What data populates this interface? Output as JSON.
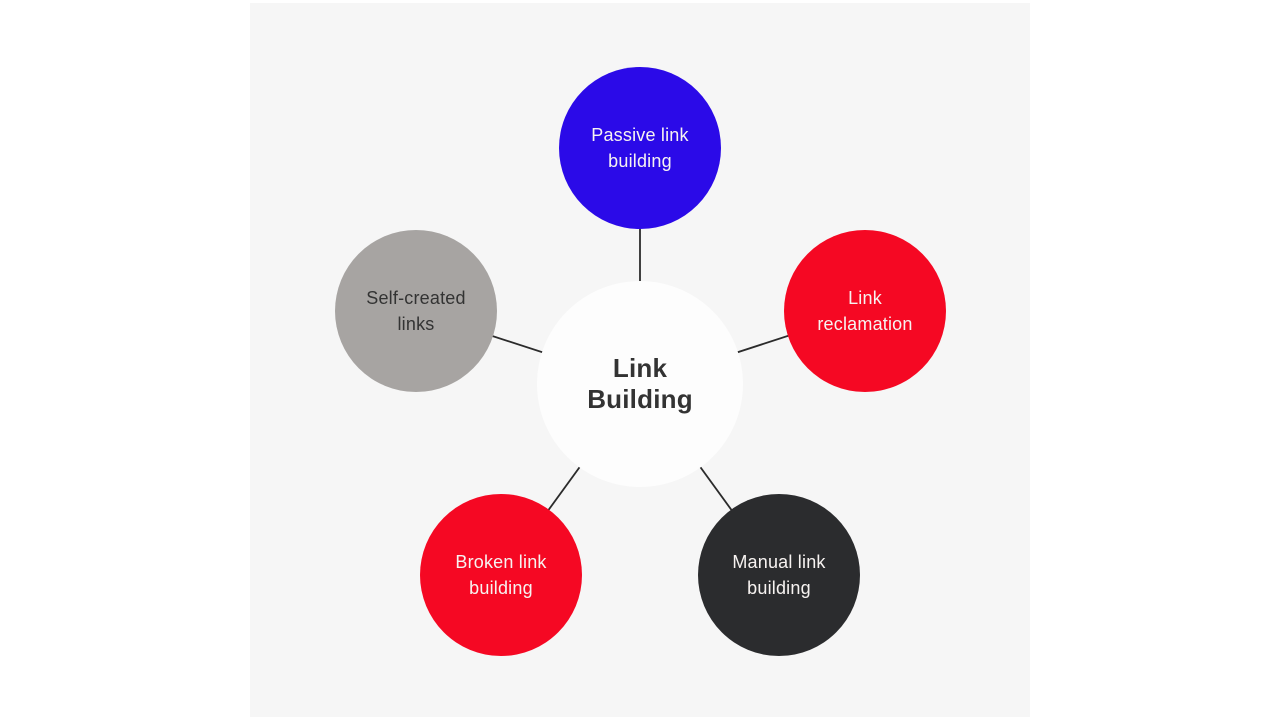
{
  "page": {
    "background_color": "#ffffff",
    "canvas_color": "#f6f6f6"
  },
  "diagram": {
    "connector_color": "#2b2b2b",
    "center": {
      "label": "Link Building",
      "color": "#fdfdfd",
      "text_color": "#333333"
    },
    "nodes": [
      {
        "id": "passive-link-building",
        "label": "Passive link building",
        "color": "#2b0ae8",
        "text_color": "#f7f3f1"
      },
      {
        "id": "link-reclamation",
        "label": "Link reclamation",
        "color": "#f50823",
        "text_color": "#f7f3f1"
      },
      {
        "id": "manual-link-building",
        "label": "Manual link building",
        "color": "#2b2c2e",
        "text_color": "#f7f3f1"
      },
      {
        "id": "broken-link-building",
        "label": "Broken link building",
        "color": "#f50823",
        "text_color": "#f7f3f1"
      },
      {
        "id": "self-created-links",
        "label": "Self-created links",
        "color": "#a7a4a2",
        "text_color": "#333333"
      }
    ]
  }
}
